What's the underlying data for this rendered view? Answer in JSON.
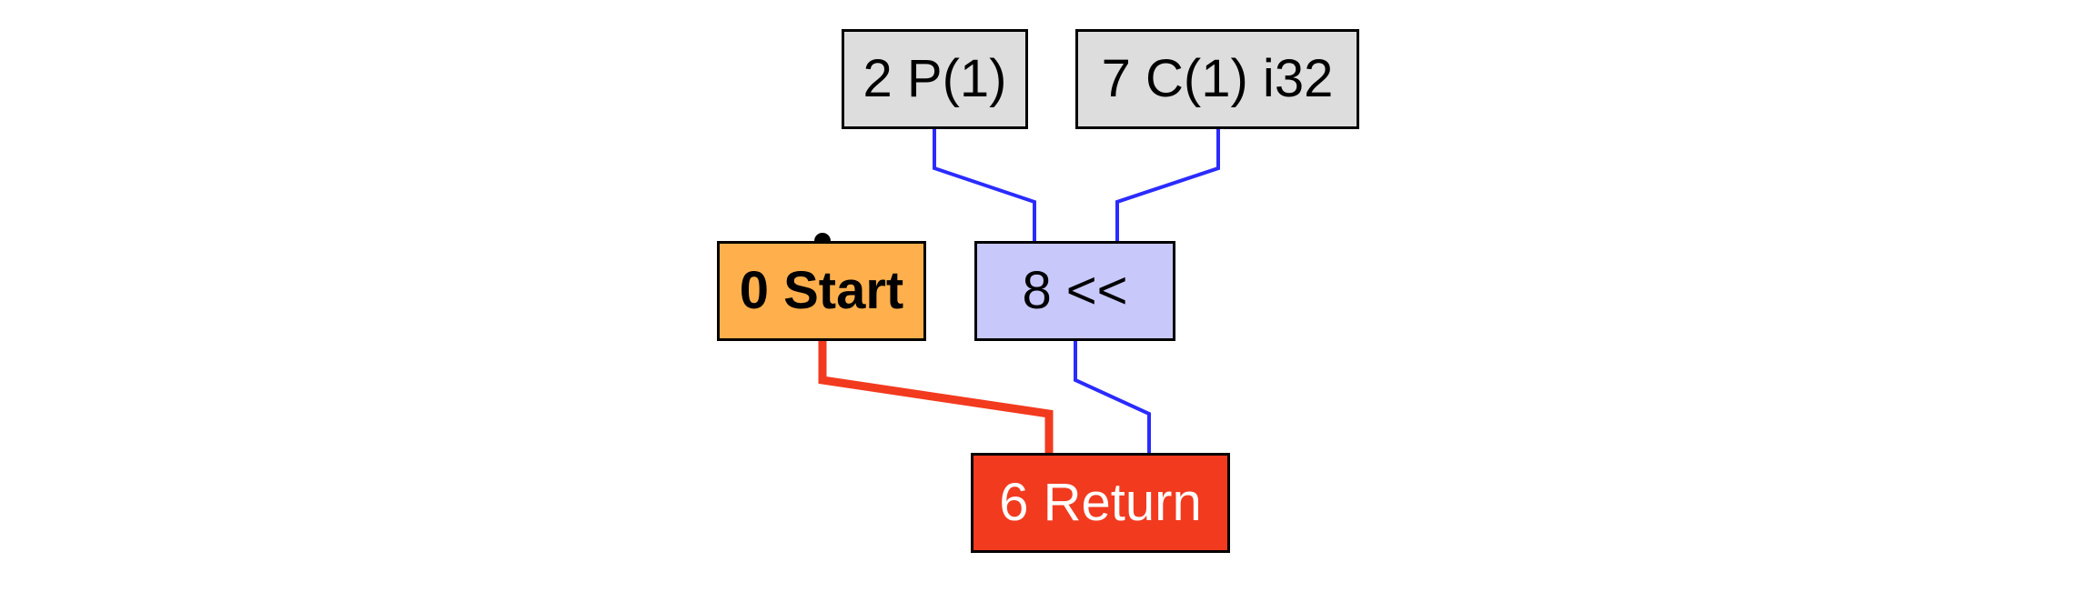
{
  "colors": {
    "data_edge": "#2b2bff",
    "control_edge": "#f23a1f",
    "param_node_fill": "#dddddd",
    "constant_node_fill": "#dddddd",
    "start_node_fill": "#ffb04d",
    "op_node_fill": "#c8c8fa",
    "return_node_fill": "#f23a1f",
    "node_border": "#000000",
    "node_text": "#000000",
    "return_text": "#ffffff"
  },
  "nodes": {
    "param": {
      "label": "2 P(1)"
    },
    "constant": {
      "label": "7 C(1) i32"
    },
    "start": {
      "label": "0 Start"
    },
    "shift": {
      "label": "8 <<"
    },
    "return": {
      "label": "6 Return"
    }
  },
  "edges": [
    {
      "from": "param",
      "to": "shift",
      "kind": "data"
    },
    {
      "from": "constant",
      "to": "shift",
      "kind": "data"
    },
    {
      "from": "shift",
      "to": "return",
      "kind": "data"
    },
    {
      "from": "start",
      "to": "return",
      "kind": "control"
    }
  ]
}
